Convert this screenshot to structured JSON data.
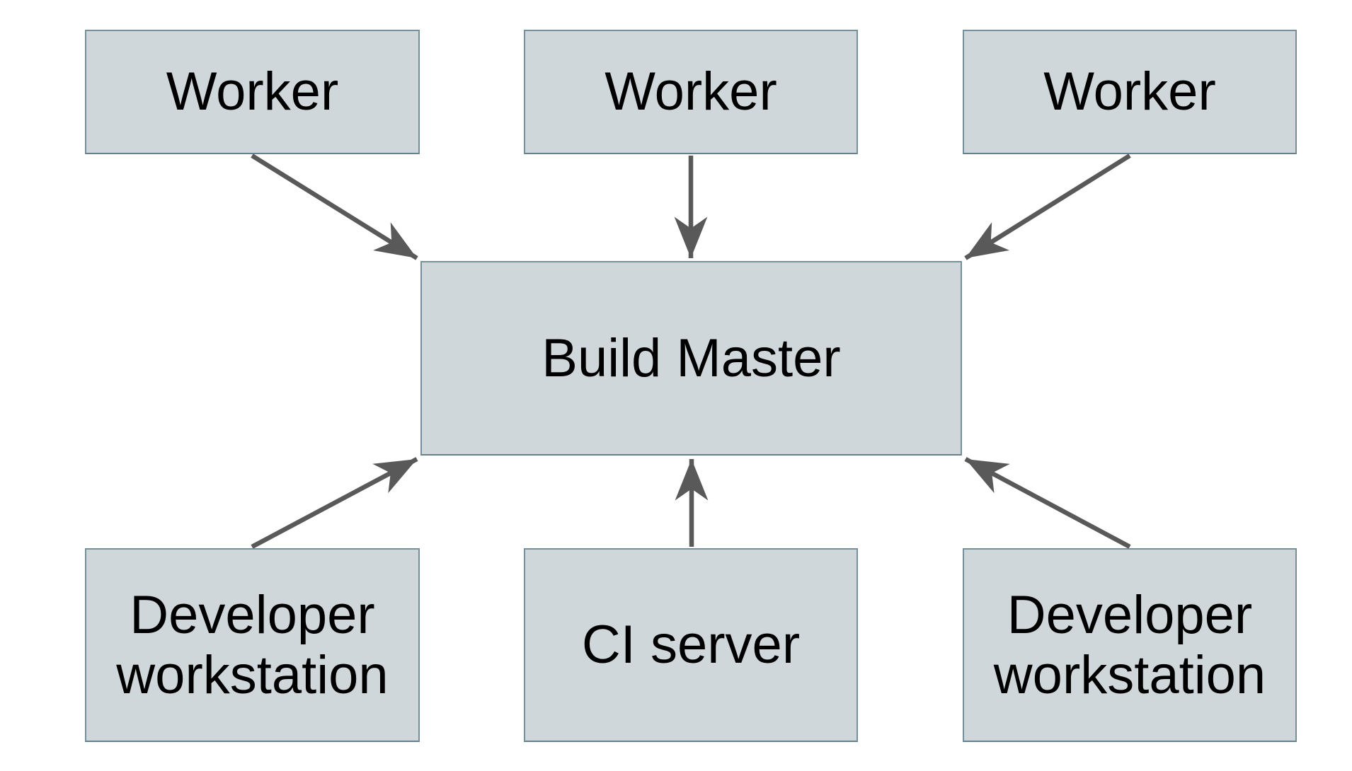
{
  "diagram": {
    "description": "Build farm topology diagram: three Worker nodes feed into a central Build Master; two Developer workstations and a CI server feed into the Build Master from below.",
    "nodes": [
      {
        "id": "worker-1",
        "label": "Worker",
        "row": "top"
      },
      {
        "id": "worker-2",
        "label": "Worker",
        "row": "top"
      },
      {
        "id": "worker-3",
        "label": "Worker",
        "row": "top"
      },
      {
        "id": "build-master",
        "label": "Build Master",
        "row": "middle"
      },
      {
        "id": "developer-workstation-1",
        "label": "Developer workstation",
        "row": "bottom"
      },
      {
        "id": "ci-server",
        "label": "CI server",
        "row": "bottom"
      },
      {
        "id": "developer-workstation-2",
        "label": "Developer workstation",
        "row": "bottom"
      }
    ],
    "edges": [
      {
        "from": "worker-1",
        "to": "build-master"
      },
      {
        "from": "worker-2",
        "to": "build-master"
      },
      {
        "from": "worker-3",
        "to": "build-master"
      },
      {
        "from": "developer-workstation-1",
        "to": "build-master"
      },
      {
        "from": "ci-server",
        "to": "build-master"
      },
      {
        "from": "developer-workstation-2",
        "to": "build-master"
      }
    ],
    "colors": {
      "node_fill": "#d0d7da",
      "node_border": "#76909b",
      "node_border_dark": "#657f8c",
      "arrow": "#595959",
      "text": "#000000",
      "background": "#ffffff"
    }
  }
}
